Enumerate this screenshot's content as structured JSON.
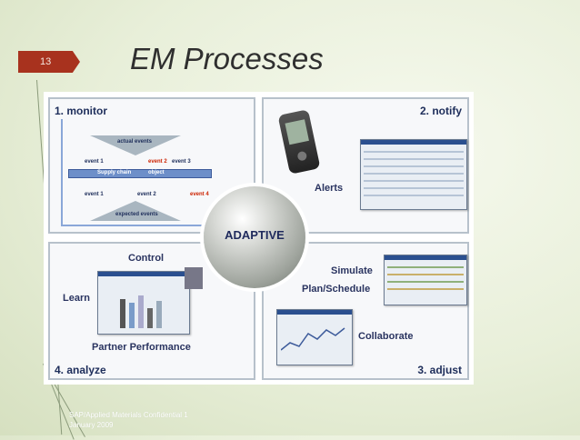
{
  "slide": {
    "page_number": "13",
    "title": "EM Processes",
    "footer": {
      "line1": "SAP/Applied Materials Confidential 1",
      "line2": "January 2009"
    }
  },
  "diagram": {
    "center": "ADAPTIVE",
    "monitor": {
      "label": "1. monitor",
      "actual_events": "actual events",
      "expected_events": "expected events",
      "supply_chain": "Supply chain",
      "object": "object",
      "events_top": [
        "event 1",
        "event 2",
        "event 3"
      ],
      "events_bottom": [
        "event 1",
        "event 2",
        "event 4"
      ]
    },
    "notify": {
      "label": "2. notify",
      "alerts": "Alerts"
    },
    "analyze": {
      "label": "4. analyze",
      "control": "Control",
      "learn": "Learn",
      "partner_performance": "Partner Performance"
    },
    "adjust": {
      "label": "3. adjust",
      "simulate": "Simulate",
      "plan_schedule": "Plan/Schedule",
      "collaborate": "Collaborate"
    }
  },
  "colors": {
    "accent": "#a8321e",
    "label_text": "#1d2d5a",
    "highlight_event": "#cc2200"
  }
}
